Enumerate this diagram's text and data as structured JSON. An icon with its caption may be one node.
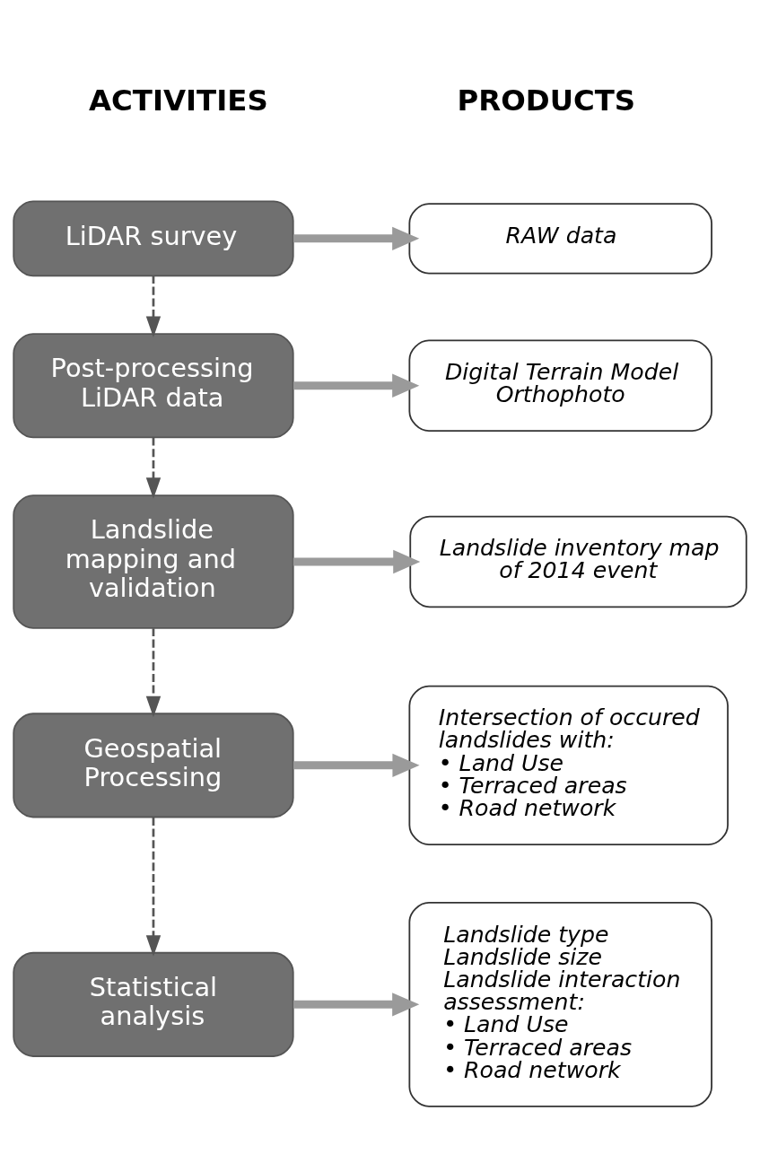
{
  "diagram": {
    "nodes": [
      {
        "text": [
          "LiDAR survey"
        ]
      },
      {
        "text": [
          "RAW data"
        ]
      },
      {
        "text": [
          "Post-processing LiDAR data"
        ]
      },
      {
        "text": [
          "Digital Terrain Model",
          "Orthophoto"
        ]
      },
      {
        "text": [
          "Landslide mapping and validation"
        ]
      },
      {
        "text": [
          "Landslide inventory map of 2014 event"
        ]
      },
      {
        "text": [
          "Geospatial Processing"
        ]
      },
      {
        "text": [
          "Intersection of occured landslides with:",
          "• Land Use",
          "• Terraced areas",
          "• Road network"
        ]
      },
      {
        "text": [
          "Statistical analysis"
        ]
      },
      {
        "text": [
          "Landslide type",
          "Landslide size",
          "Landslide interaction assessment:",
          "• Land Use",
          "• Terraced areas",
          "• Road network"
        ]
      }
    ],
    "edges": [
      {
        "from": 0,
        "to": 1,
        "arrow": "to"
      },
      {
        "from": 0,
        "to": 2,
        "arrow": "to",
        "style": "dashed",
        "color": "#555555"
      },
      {
        "from": 2,
        "to": 3,
        "arrow": "to"
      },
      {
        "from": 2,
        "to": 4,
        "arrow": "to",
        "style": "dashed",
        "color": "#555555"
      },
      {
        "from": 4,
        "to": 5,
        "arrow": "to"
      },
      {
        "from": 4,
        "to": 6,
        "arrow": "to",
        "style": "dashed",
        "color": "#555555"
      },
      {
        "from": 6,
        "to": 7,
        "arrow": "to"
      },
      {
        "from": 6,
        "to": 8,
        "arrow": "to",
        "style": "dashed",
        "color": "#555555"
      },
      {
        "from": 8,
        "to": 9,
        "arrow": "to"
      }
    ],
    "labels": [
      "ACTIVITIES",
      "PRODUCTS"
    ]
  }
}
